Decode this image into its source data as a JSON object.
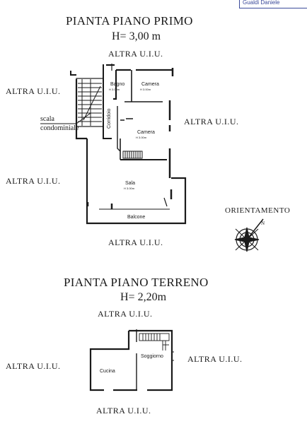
{
  "stamp": {
    "text": "Gualdi Daniele"
  },
  "first_floor": {
    "title": "PIANTA PIANO PRIMO",
    "height": "H= 3,00 m",
    "neighbors": {
      "top": "ALTRA U.I.U.",
      "left": "ALTRA U.I.U.",
      "right": "ALTRA U.I.U.",
      "left_lower": "ALTRA U.I.U.",
      "bottom": "ALTRA U.I.U."
    },
    "stair_label_1": "scala",
    "stair_label_2": "condominiale",
    "rooms": {
      "bagno": "Bagno",
      "bagno_h": "H 3.00m",
      "camera1": "Camera",
      "camera1_h": "H 3.00m",
      "corridoio": "Corridoio",
      "camera2": "Camera",
      "camera2_h": "H 3.00m",
      "sala": "Sala",
      "sala_h": "H 3.00m",
      "balcone": "Balcone"
    }
  },
  "orientation": {
    "label": "ORIENTAMENTO",
    "north": "N"
  },
  "ground_floor": {
    "title": "PIANTA PIANO TERRENO",
    "height": "H= 2,20m",
    "neighbors": {
      "top": "ALTRA U.I.U.",
      "left": "ALTRA U.I.U.",
      "right": "ALTRA U.I.U.",
      "bottom": "ALTRA U.I.U."
    },
    "rooms": {
      "cucina": "Cucina",
      "soggiorno": "Soggiorno"
    }
  }
}
